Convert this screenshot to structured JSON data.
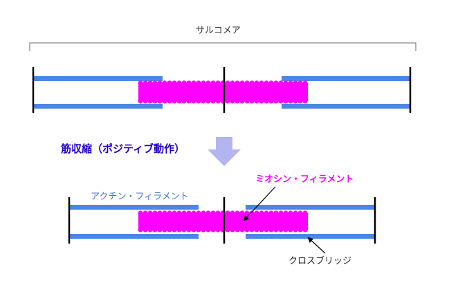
{
  "labels": {
    "sarcomere": "サルコメア",
    "contraction": "筋収縮（ポジティブ動作）",
    "actin": "アクチン・フィラメント",
    "myosin": "ミオシン・フィラメント",
    "crossbridge": "クロスブリッジ"
  },
  "colors": {
    "actin": "#4a86e8",
    "myosin": "#ff00ff",
    "contraction_text": "#2200cc",
    "actin_text": "#3c78d8",
    "arrow": "#b4b4f0",
    "line": "#000000"
  }
}
